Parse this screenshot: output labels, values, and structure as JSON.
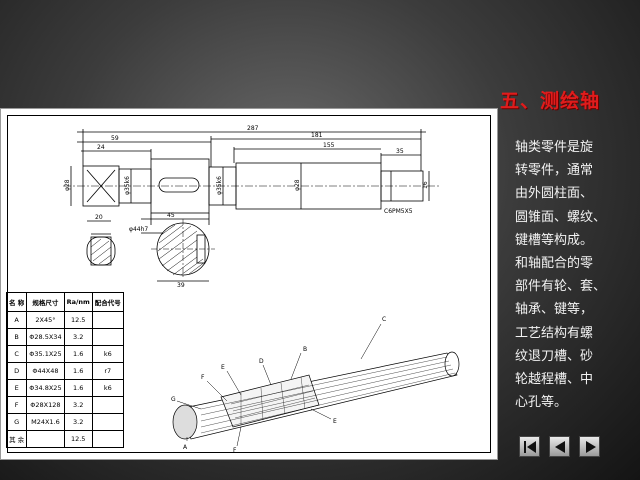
{
  "slide": {
    "title": "五、测绘轴",
    "description_lines": [
      "轴类零件是旋",
      "转零件，通常",
      "由外圆柱面、",
      "圆锥面、螺纹、",
      "键槽等构成。",
      "和轴配合的零",
      "部件有轮、套、",
      "轴承、键等，",
      "工艺结构有螺",
      "纹退刀槽、砂",
      "轮越程槽、中",
      "心孔等。"
    ]
  },
  "drawing": {
    "dimensions": {
      "overall": "287",
      "d1": "59",
      "d2": "181",
      "d3": "24",
      "d4": "155",
      "d5": "35",
      "d6": "20",
      "d7": "45",
      "d8": "39",
      "section_label": "φ44h7",
      "left_dia": "φ28",
      "dia_a": "φ35k6",
      "dia_b": "φ35k6",
      "dia_c": "φ28",
      "right_dia": "16",
      "chamfer_note": "C6PM5X5"
    },
    "table": {
      "headers": [
        "名 称",
        "规格尺寸",
        "Ra/nm",
        "配合代号"
      ],
      "rows": [
        [
          "A",
          "2X45°",
          "12.5",
          ""
        ],
        [
          "B",
          "Φ28.5X34",
          "3.2",
          ""
        ],
        [
          "C",
          "Φ35.1X25",
          "1.6",
          "k6"
        ],
        [
          "D",
          "Φ44X48",
          "1.6",
          "r7"
        ],
        [
          "E",
          "Φ34.8X25",
          "1.6",
          "k6"
        ],
        [
          "F",
          "Φ28X128",
          "3.2",
          ""
        ],
        [
          "G",
          "M24X1.6",
          "3.2",
          ""
        ],
        [
          "其 余",
          "",
          "12.5",
          ""
        ]
      ]
    },
    "callouts": [
      "C",
      "B",
      "D",
      "E",
      "F",
      "G",
      "A",
      "F",
      "E"
    ]
  },
  "nav": {
    "first_icon": "first-page-icon",
    "prev_icon": "prev-page-icon",
    "next_icon": "next-page-icon"
  }
}
